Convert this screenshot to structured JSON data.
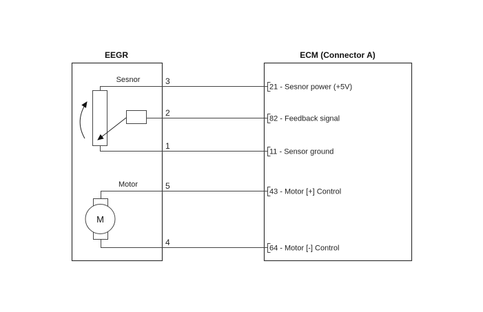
{
  "diagram": {
    "left_module": {
      "title": "EEGR",
      "sensor_label": "Sesnor",
      "motor_label": "Motor",
      "motor_symbol": "M"
    },
    "right_module": {
      "title": "ECM (Connector A)"
    },
    "connections": [
      {
        "eegr_pin": "3",
        "ecm_pin": "21",
        "ecm_label": "21 - Sesnor power (+5V)",
        "group": "sensor"
      },
      {
        "eegr_pin": "2",
        "ecm_pin": "82",
        "ecm_label": "82 - Feedback signal",
        "group": "sensor"
      },
      {
        "eegr_pin": "1",
        "ecm_pin": "11",
        "ecm_label": "11 - Sensor ground",
        "group": "sensor"
      },
      {
        "eegr_pin": "5",
        "ecm_pin": "43",
        "ecm_label": "43 - Motor [+] Control",
        "group": "motor"
      },
      {
        "eegr_pin": "4",
        "ecm_pin": "64",
        "ecm_label": "64 - Motor [-] Control",
        "group": "motor"
      }
    ],
    "colors": {
      "line": "#444444",
      "background": "#ffffff"
    }
  }
}
